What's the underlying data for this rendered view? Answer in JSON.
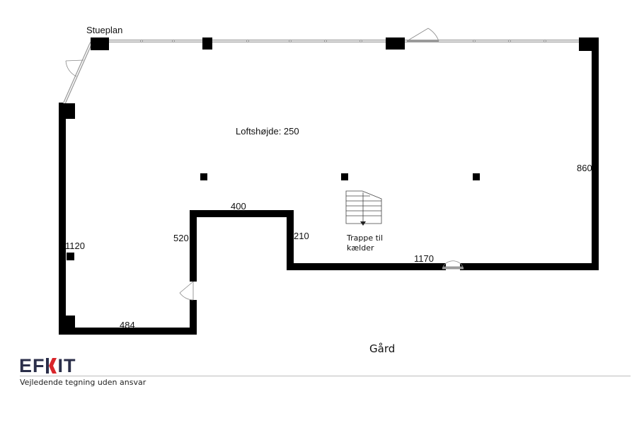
{
  "plan": {
    "floor_label": "Stueplan",
    "ceiling_height": "Loftshøjde: 250",
    "stair_label_line1": "Trappe til",
    "stair_label_line2": "kælder",
    "yard_label": "Gård",
    "dimensions": {
      "right_wall": "860",
      "left_wall": "1120",
      "bottom_right": "1170",
      "bottom_left": "484",
      "notch_top": "400",
      "notch_left": "520",
      "notch_right": "210"
    }
  },
  "logo": {
    "text_left": "EF",
    "text_right": "IT",
    "color_dark": "#2b2f4a",
    "color_accent": "#d9262b"
  },
  "footer": {
    "disclaimer": "Vejledende tegning uden ansvar"
  }
}
